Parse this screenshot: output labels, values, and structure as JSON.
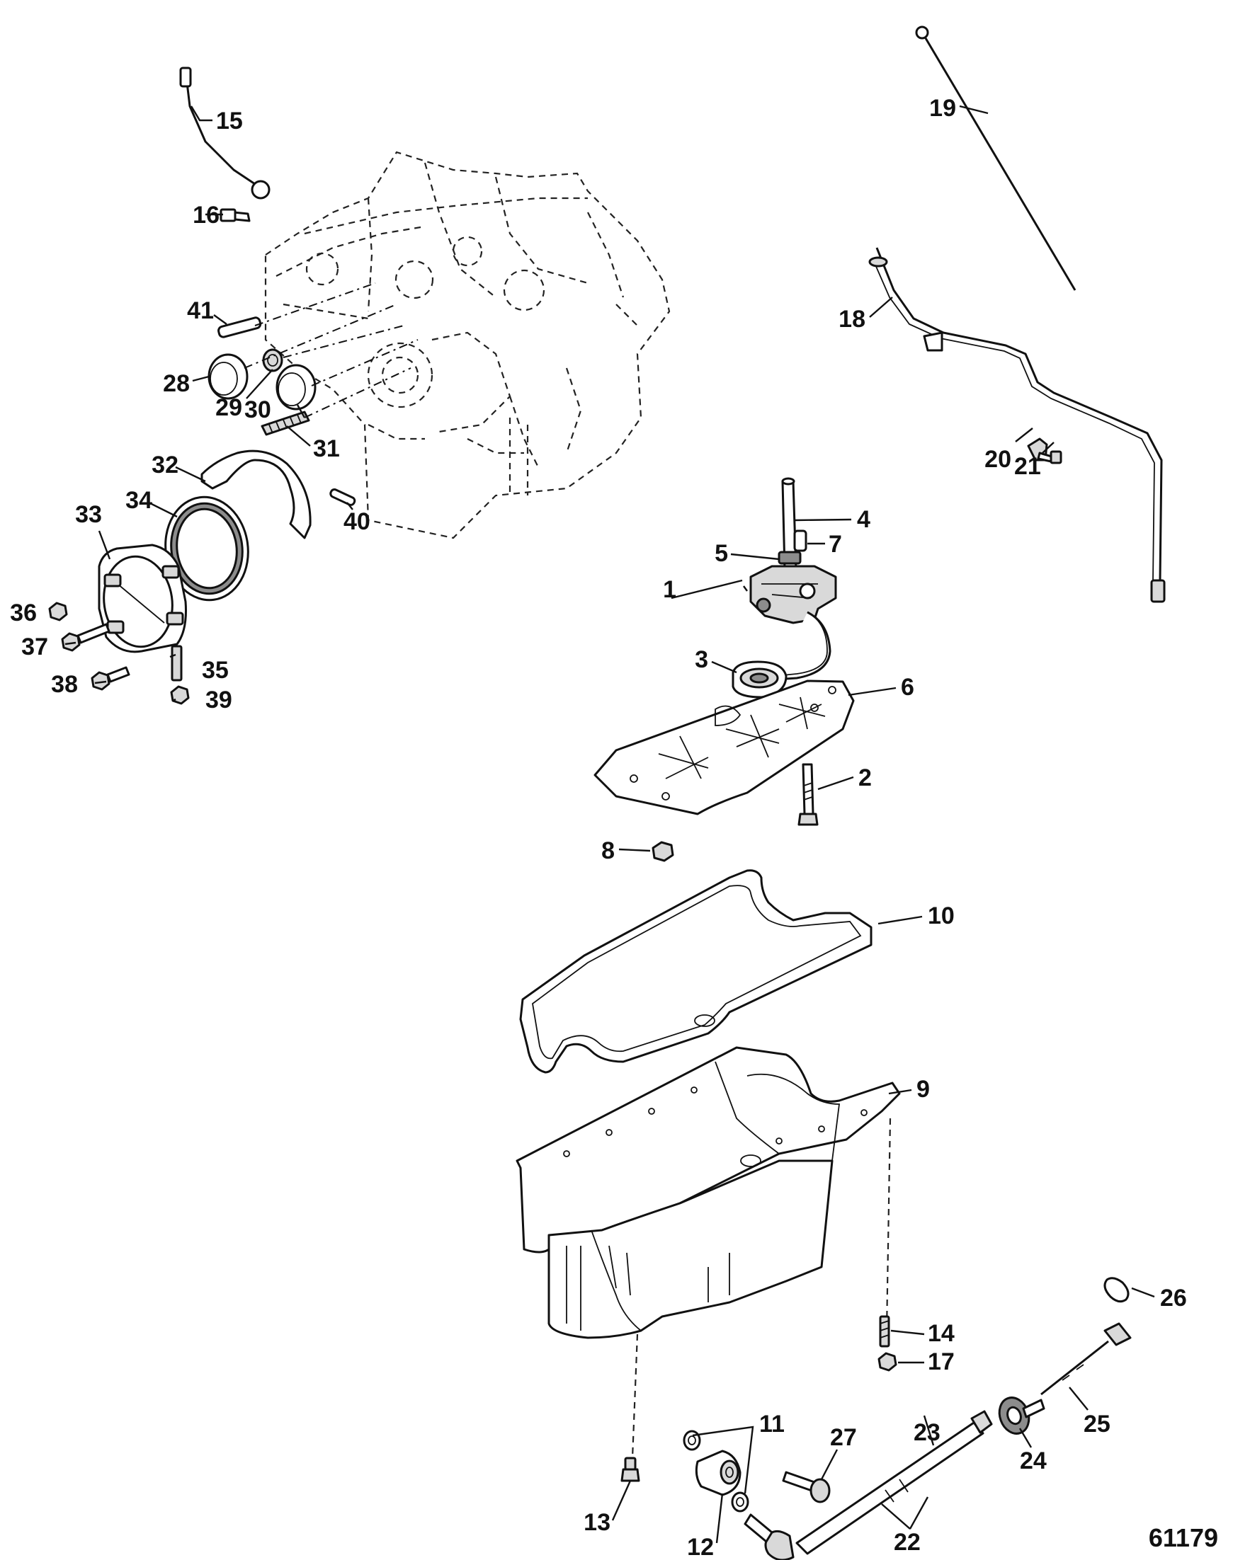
{
  "diagram": {
    "figure_number": "61179",
    "callouts": [
      "1",
      "2",
      "3",
      "4",
      "5",
      "6",
      "7",
      "8",
      "9",
      "10",
      "11",
      "12",
      "13",
      "14",
      "15",
      "16",
      "17",
      "18",
      "19",
      "20",
      "21",
      "22",
      "23",
      "24",
      "25",
      "26",
      "27",
      "28",
      "29",
      "30",
      "31",
      "32",
      "33",
      "34",
      "35",
      "36",
      "37",
      "38",
      "39",
      "40",
      "41"
    ]
  }
}
